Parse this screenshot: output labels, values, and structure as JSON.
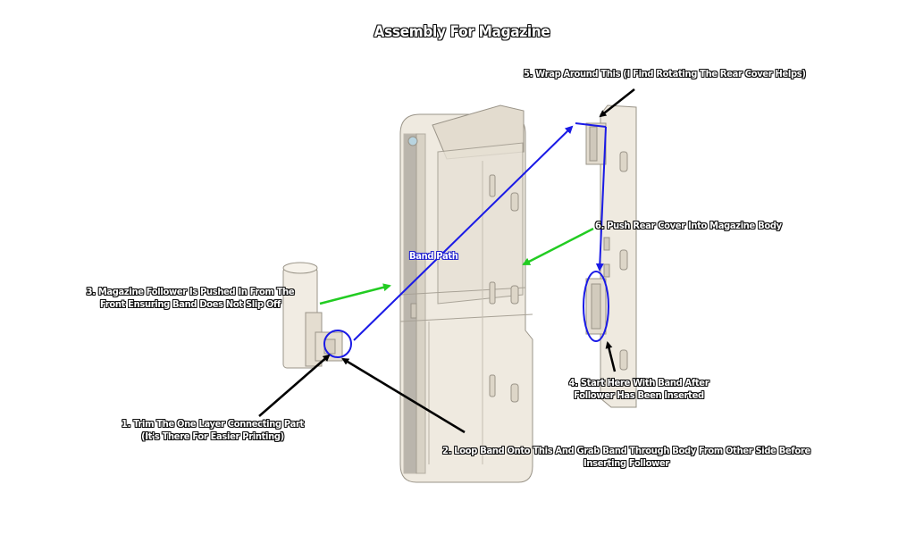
{
  "title": "Assembly For Magazine",
  "band_path_label": "Band Path",
  "steps": {
    "step1": [
      "1. Trim The One Layer Connecting Part",
      "(It's There For Easier Printing)"
    ],
    "step2": [
      "2. Loop Band Onto This And Grab Band Through Body From Other Side Before",
      "Inserting Follower"
    ],
    "step3": [
      "3. Magazine Follower Is Pushed In From The",
      "Front Ensuring Band Does Not Slip Off"
    ],
    "step4": [
      "4. Start Here With Band After",
      "Follower Has Been Inserted"
    ],
    "step5": [
      "5. Wrap Around This (I Find Rotating The Rear Cover Helps)"
    ],
    "step6": [
      "6. Push Rear Cover Into Magazine Body"
    ]
  },
  "colors": {
    "band": "#1a1ae6",
    "pointer_arrow": "#000000",
    "push_arrow": "#22cc22",
    "part_fill": "#ece6da",
    "part_edge": "#9a9488"
  }
}
